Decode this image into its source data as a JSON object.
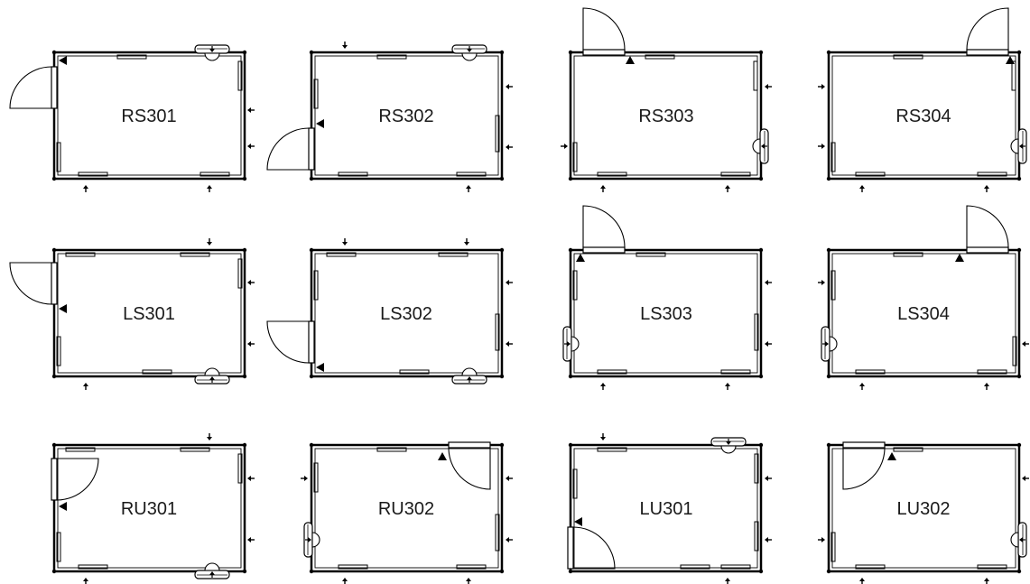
{
  "diagram": {
    "rooms": [
      {
        "id": "RS301",
        "label": "RS301"
      },
      {
        "id": "RS302",
        "label": "RS302"
      },
      {
        "id": "RS303",
        "label": "RS303"
      },
      {
        "id": "RS304",
        "label": "RS304"
      },
      {
        "id": "LS301",
        "label": "LS301"
      },
      {
        "id": "LS302",
        "label": "LS302"
      },
      {
        "id": "LS303",
        "label": "LS303"
      },
      {
        "id": "LS304",
        "label": "LS304"
      },
      {
        "id": "RU301",
        "label": "RU301"
      },
      {
        "id": "RU302",
        "label": "RU302"
      },
      {
        "id": "LU301",
        "label": "LU301"
      },
      {
        "id": "LU302",
        "label": "LU302"
      }
    ]
  }
}
